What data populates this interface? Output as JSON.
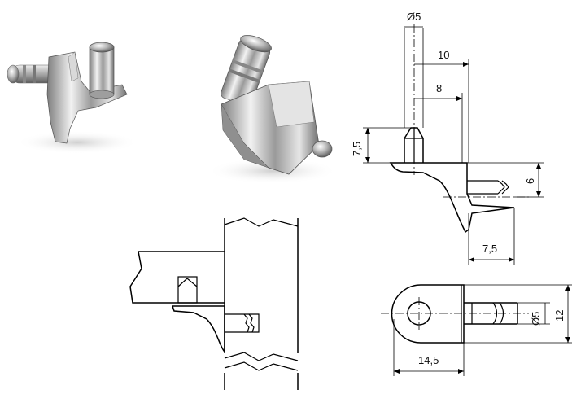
{
  "dimensions": {
    "pin_diameter": "Ø5",
    "width_10": "10",
    "width_8": "8",
    "height_7_5": "7,5",
    "height_6": "6",
    "foot_7_5": "7,5",
    "shank_diameter": "Ø5",
    "overall_height_12": "12",
    "overall_length_14_5": "14,5"
  }
}
